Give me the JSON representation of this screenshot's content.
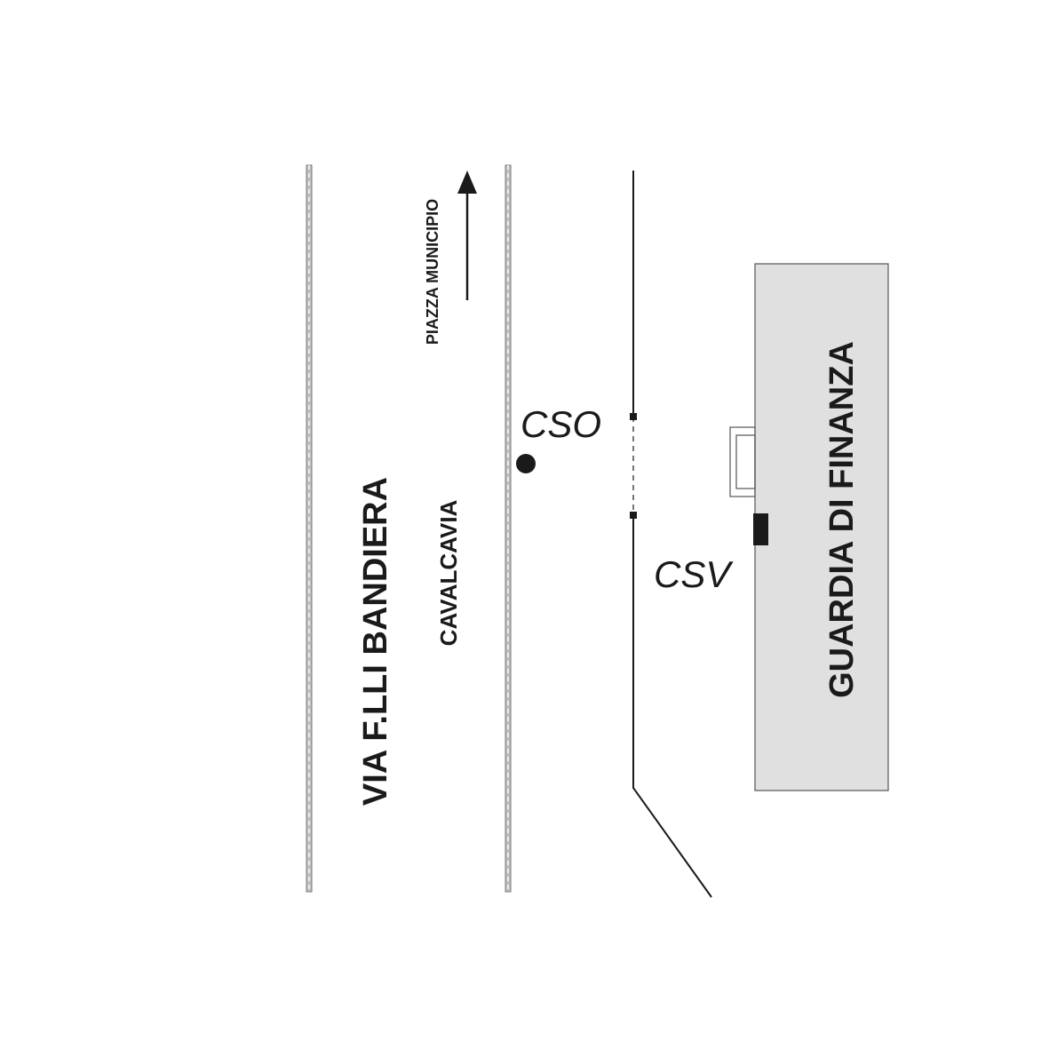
{
  "map": {
    "street_name": "VIA  F.LLI  BANDIERA",
    "overpass_label": "CAVALCAVIA",
    "direction_label": "PIAZZA  MUNICIPIO",
    "building_label": "GUARDIA DI FINANZA",
    "point_cso_label": "CSO",
    "point_csv_label": "CSV"
  },
  "colors": {
    "ink": "#1a1a1a",
    "building_fill": "#e0e0e0",
    "building_stroke": "#555555",
    "road_edge": "#8c8c8c",
    "background": "#ffffff"
  }
}
